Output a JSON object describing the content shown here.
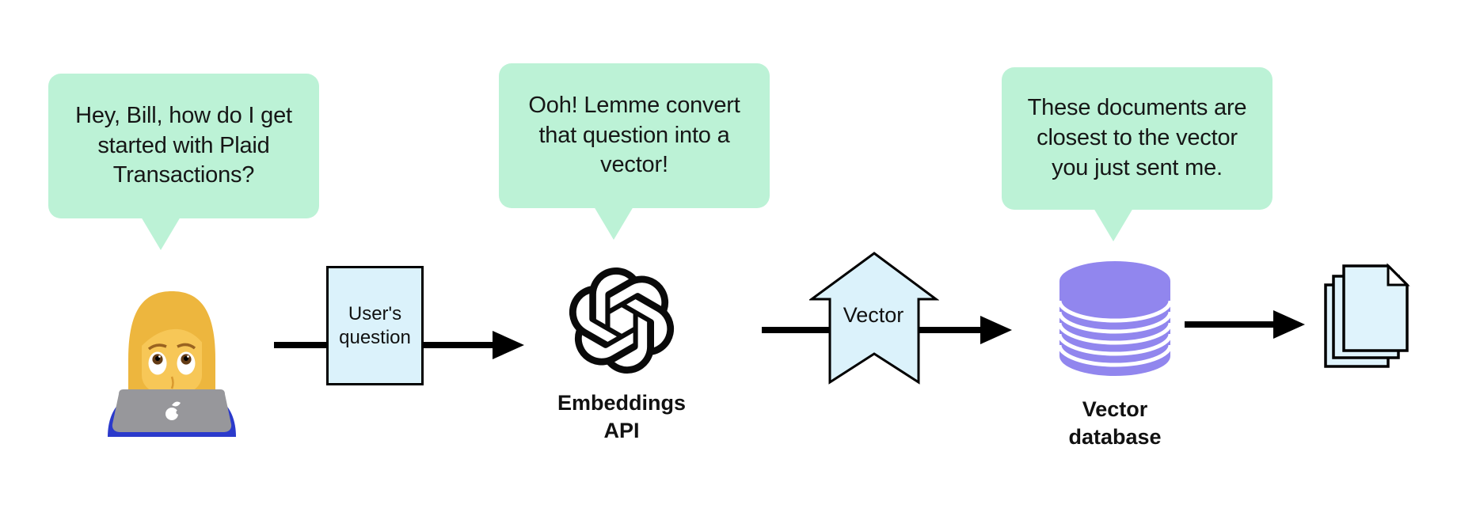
{
  "title": "User question embedding flow diagram",
  "colors": {
    "background": "#ffffff",
    "speech_bubble": "#bcf2d6",
    "light_blue_shape": "#dbf2fb",
    "database_purple": "#9186ee",
    "arrow_black": "#000000",
    "text": "#161616"
  },
  "bubbles": {
    "user": {
      "text": "Hey, Bill, how do I get started with Plaid Transactions?"
    },
    "embeddings": {
      "text": "Ooh! Lemme convert that question into a vector!"
    },
    "database": {
      "text": "These documents are closest to the vector you just sent me."
    }
  },
  "nodes": {
    "user": {
      "icon": "woman-technologist-emoji"
    },
    "user_question": {
      "label": "User's question"
    },
    "embeddings_api": {
      "label": "Embeddings API",
      "icon": "openai-logo"
    },
    "vector_banner": {
      "label": "Vector"
    },
    "vector_database": {
      "label": "Vector database",
      "icon": "database-cylinder"
    },
    "documents": {
      "icon": "documents-stack"
    }
  }
}
